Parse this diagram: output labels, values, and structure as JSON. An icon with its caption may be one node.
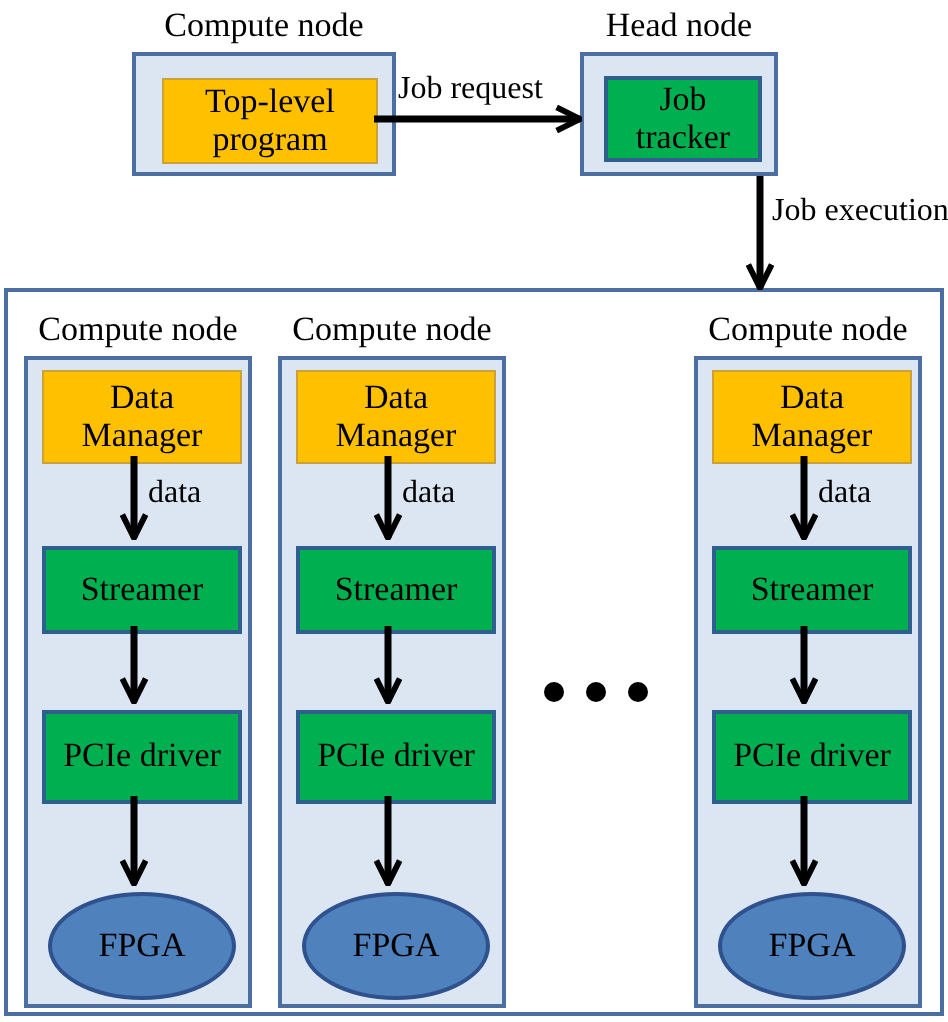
{
  "diagram": {
    "nodes": [
      {
        "text": [
          "Compute node"
        ]
      },
      {
        "text": [
          "Top-level program"
        ],
        "in": 0
      },
      {
        "text": [
          "Head node"
        ]
      },
      {
        "text": [
          "Job tracker"
        ],
        "in": 2
      },
      {
        "text": [],
        "shape": "box"
      },
      {
        "text": [
          "Compute node"
        ],
        "in": 4
      },
      {
        "text": [
          "Data Manager"
        ],
        "in": 5
      },
      {
        "text": [
          "Streamer"
        ],
        "in": 5
      },
      {
        "text": [
          "PCIe driver"
        ],
        "in": 5
      },
      {
        "text": [
          "FPGA"
        ],
        "in": 5
      },
      {
        "text": [
          "Compute node"
        ],
        "in": 4
      },
      {
        "text": [
          "Data Manager"
        ],
        "in": 10
      },
      {
        "text": [
          "Streamer"
        ],
        "in": 10
      },
      {
        "text": [
          "PCIe driver"
        ],
        "in": 10
      },
      {
        "text": [
          "FPGA"
        ],
        "in": 10
      },
      {
        "text": [
          "Compute node"
        ],
        "in": 4
      },
      {
        "text": [
          "Data Manager"
        ],
        "in": 15
      },
      {
        "text": [
          "Streamer"
        ],
        "in": 15
      },
      {
        "text": [
          "PCIe driver"
        ],
        "in": 15
      },
      {
        "text": [
          "FPGA"
        ],
        "in": 15
      }
    ],
    "edges": [
      {
        "from": 1,
        "to": 2,
        "arrow": "to",
        "label": "Job request"
      },
      {
        "from": 2,
        "to": 4,
        "arrow": "to",
        "label": "Job execution"
      },
      {
        "from": 6,
        "to": 7,
        "arrow": "to",
        "label": "data"
      },
      {
        "from": 7,
        "to": 8,
        "arrow": "to"
      },
      {
        "from": 8,
        "to": 9,
        "arrow": "to"
      },
      {
        "from": 11,
        "to": 12,
        "arrow": "to",
        "label": "data"
      },
      {
        "from": 12,
        "to": 13,
        "arrow": "to"
      },
      {
        "from": 13,
        "to": 14,
        "arrow": "to"
      },
      {
        "from": 16,
        "to": 17,
        "arrow": "to",
        "label": "data"
      },
      {
        "from": 17,
        "to": 18,
        "arrow": "to"
      },
      {
        "from": 18,
        "to": 19,
        "arrow": "to"
      }
    ]
  }
}
